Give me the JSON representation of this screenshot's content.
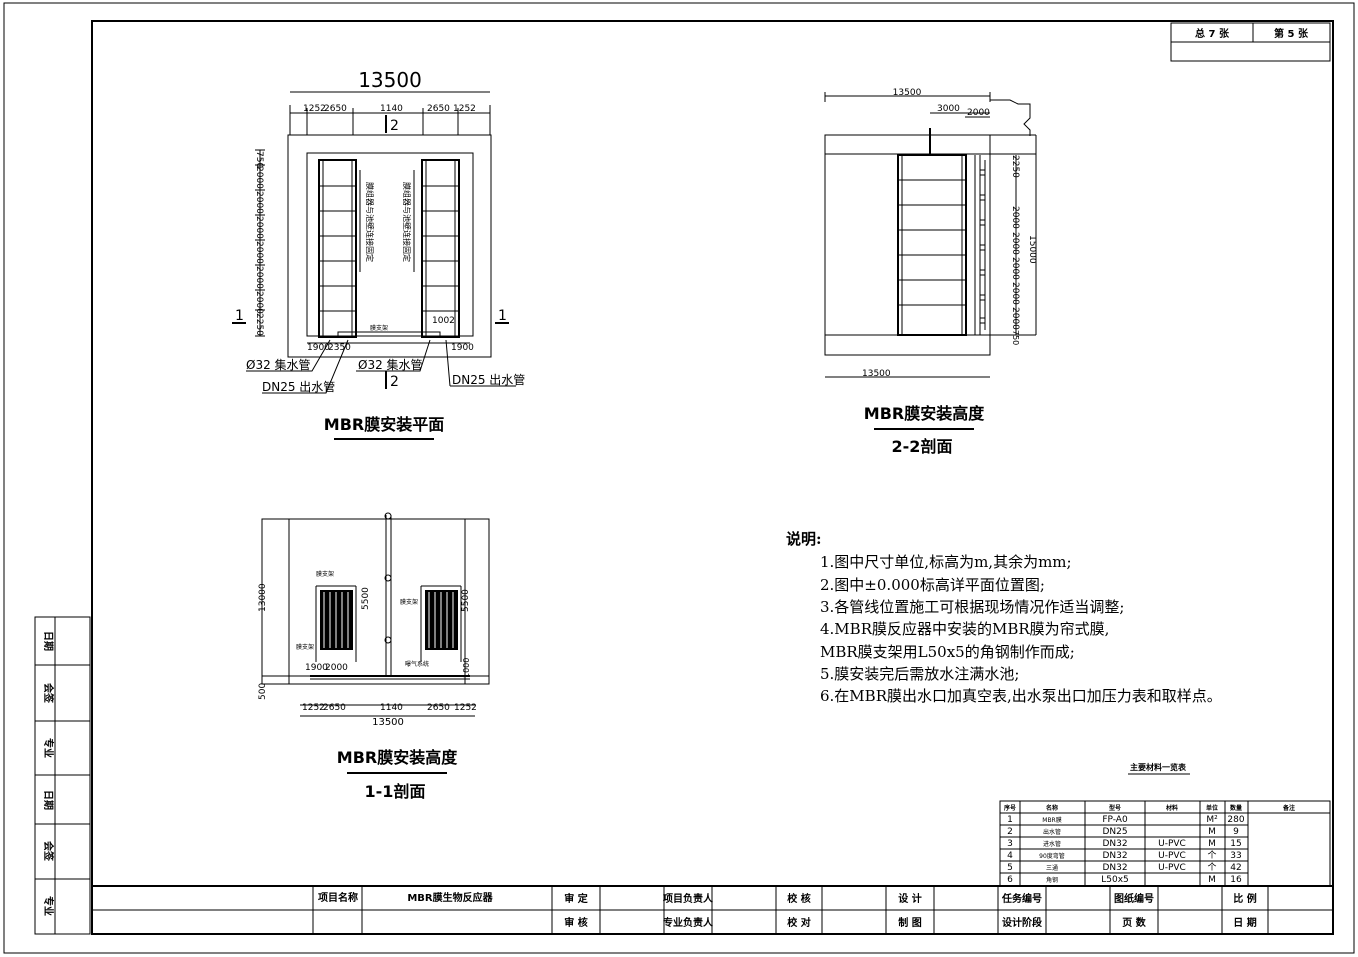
{
  "sheet": {
    "total": "总 7 张",
    "index": "第 5 张"
  },
  "plan": {
    "title": "MBR膜安装平面",
    "overall_dim": "13500",
    "top_dims": [
      "1252",
      "2650",
      "1140",
      "2650",
      "1252"
    ],
    "left_dims": [
      "750",
      "2000",
      "2000",
      "2000",
      "2000",
      "2000",
      "2000",
      "2250"
    ],
    "section_mark_1": "1",
    "section_mark_2": "2",
    "bottom_dims": [
      "1900",
      "2350",
      "1900"
    ],
    "dim_1002": "1002",
    "label_pipe_left": "Ø32 集水管",
    "label_pipe_mid": "Ø32 集水管",
    "label_out_left": "DN25 出水管",
    "label_out_right": "DN25 出水管",
    "label_bracket": "膜支架",
    "vertical_note_left": "膜组器与池壁连接固定",
    "vertical_note_right": "膜组器与池壁连接固定"
  },
  "sec22": {
    "title": "MBR膜安装高度",
    "subtitle": "2-2剖面",
    "top_dim": "13500",
    "dim_3000": "3000",
    "dim_2000": "2000",
    "bottom_dim": "13500",
    "right_dims": [
      "2250",
      "2000",
      "2000",
      "2000",
      "2000",
      "2000",
      "750"
    ],
    "overall_right": "15000"
  },
  "sec11": {
    "title": "MBR膜安装高度",
    "subtitle": "1-1剖面",
    "left_dim": "13000",
    "bottom_left": "500",
    "dim_5500_a": "5500",
    "dim_5500_b": "5500",
    "dim_1900": "1900",
    "dim_2000": "2000",
    "dim_1000": "1000",
    "bottom_dims": [
      "1252",
      "2650",
      "1140",
      "2650",
      "1252"
    ],
    "overall": "13500",
    "label_bracket_a": "膜支架",
    "label_bracket_b": "膜支架",
    "label_bracket_c": "膜支架",
    "label_aeration": "曝气系统"
  },
  "notes": {
    "heading": "说明:",
    "items": [
      "1.图中尺寸单位,标高为m,其余为mm;",
      "2.图中±0.000标高详平面位置图;",
      "3.各管线位置施工可根据现场情况作适当调整;",
      "4.MBR膜反应器中安装的MBR膜为帘式膜,",
      "  MBR膜支架用L50x5的角钢制作而成;",
      "5.膜安装完后需放水注满水池;",
      "6.在MBR膜出水口加真空表,出水泵出口加压力表和取样点。"
    ]
  },
  "materials": {
    "title": "主要材料一览表",
    "headers": [
      "序号",
      "名称",
      "型号",
      "材料",
      "单位",
      "数量",
      "备注"
    ],
    "rows": [
      [
        "1",
        "MBR膜",
        "FP-A0",
        "",
        "M²",
        "280",
        ""
      ],
      [
        "2",
        "出水管",
        "DN25",
        "",
        "M",
        "9",
        ""
      ],
      [
        "3",
        "进水管",
        "DN32",
        "U-PVC",
        "M",
        "15",
        ""
      ],
      [
        "4",
        "90度弯管",
        "DN32",
        "U-PVC",
        "个",
        "33",
        ""
      ],
      [
        "5",
        "三通",
        "DN32",
        "U-PVC",
        "个",
        "42",
        ""
      ],
      [
        "6",
        "角钢",
        "L50x5",
        "",
        "M",
        "16",
        ""
      ]
    ]
  },
  "side_strip": [
    "日期",
    "会签",
    "专业",
    "日期",
    "会签",
    "专业"
  ],
  "titleblock": {
    "project_name_label": "项目名称",
    "project_name": "MBR膜生物反应器",
    "shending": "审 定",
    "shenhe": "审 核",
    "project_lead": "项目负责人",
    "discipline_lead": "专业负责人",
    "jiaohe": "校 核",
    "jiaodui": "校 对",
    "sheji": "设 计",
    "zhitu": "制 图",
    "task_no": "任务编号",
    "design_stage": "设计阶段",
    "drawing_no": "图纸编号",
    "page_no": "页 数",
    "scale": "比 例",
    "date": "日 期"
  }
}
